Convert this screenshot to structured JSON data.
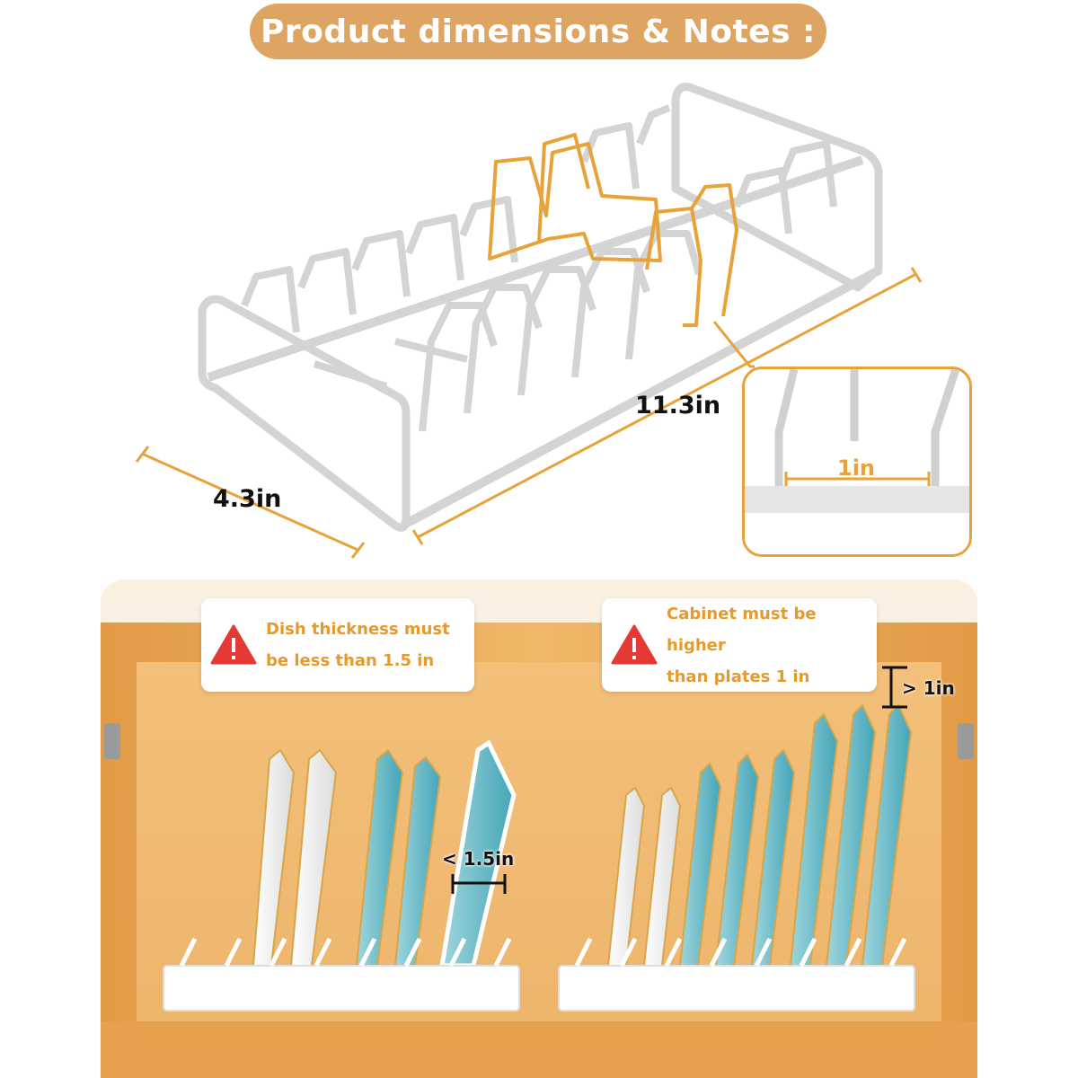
{
  "header": {
    "title": "Product dimensions & Notes :"
  },
  "dimensions": {
    "length": "11.3in",
    "width": "4.3in",
    "slot_gap": "1in"
  },
  "notes": [
    {
      "icon": "warning-icon",
      "line1": "Dish thickness must",
      "line2": "be less than 1.5 in"
    },
    {
      "icon": "warning-icon",
      "line1": "Cabinet must be higher",
      "line2": "than plates 1 in"
    }
  ],
  "measurements": {
    "dish_thickness": "< 1.5in",
    "clearance": "> 1in"
  },
  "colors": {
    "accent": "#dea562",
    "dimension_line": "#e8a23a",
    "note_text": "#e79a2c",
    "warning_red": "#e53935",
    "cabinet_wood": "#e9a54f"
  }
}
